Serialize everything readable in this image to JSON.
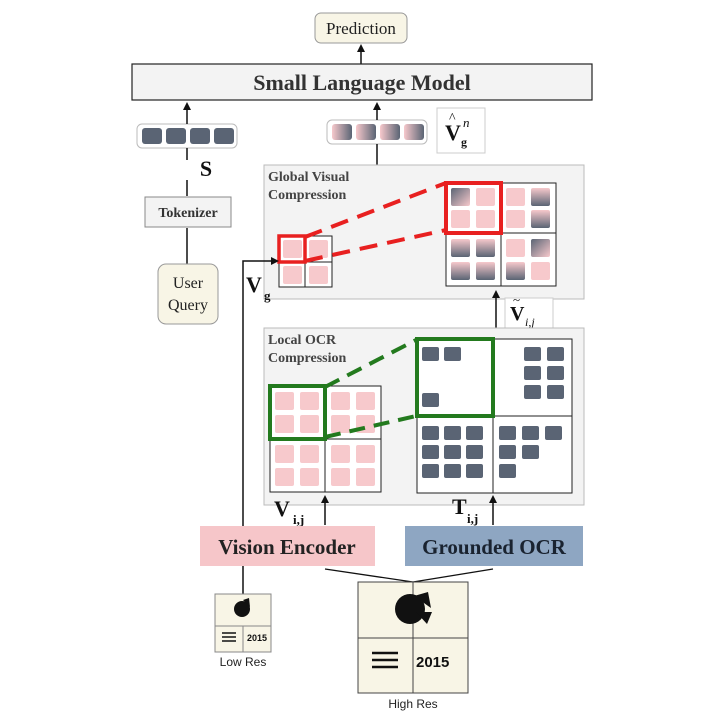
{
  "labels": {
    "prediction": "Prediction",
    "small_language_model": "Small Language Model",
    "symbol_s": "S",
    "tokenizer": "Tokenizer",
    "user_query_line1": "User",
    "user_query_line2": "Query",
    "global_visual_line1": "Global Visual",
    "global_visual_line2": "Compression",
    "local_ocr_line1": "Local OCR",
    "local_ocr_line2": "Compression",
    "vision_encoder": "Vision Encoder",
    "grounded_ocr": "Grounded OCR",
    "low_res": "Low Res",
    "high_res": "High Res",
    "year_text": "2015"
  },
  "colors": {
    "token_dark": "#5a6474",
    "pink_cell": "#f7c9cc",
    "red_highlight": "#e82020",
    "green_highlight": "#237a1e",
    "vision_encoder_bg": "#f6c6c9",
    "grounded_ocr_bg": "#8ea6c2",
    "panel_bg": "#f3f3f3",
    "cream_box": "#f8f5e6"
  }
}
